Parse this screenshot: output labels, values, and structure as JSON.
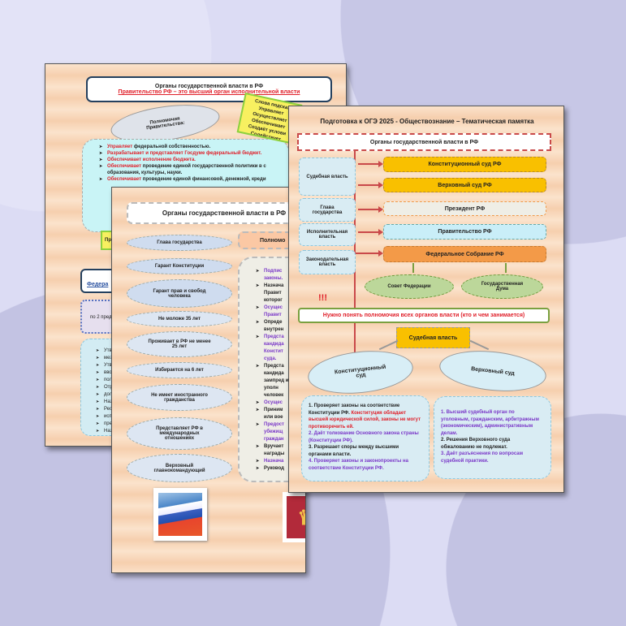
{
  "page_back": {
    "title": "Органы государственной власти в РФ",
    "subtitle": "Правительство РФ – это высший орган исполнительной власти",
    "cloud": "Полномочия Правительства:",
    "hint_note": [
      "Слова подсказ",
      "Управляет",
      "Осуществляет",
      "Обеспечивает",
      "Создаёт услови",
      "Содействует"
    ],
    "powers": [
      {
        "verb": "Управляет",
        "rest": " федеральной собственностью."
      },
      {
        "verb": "Разрабатывает и представляет Госдуме федеральный бюджет.",
        "rest": ""
      },
      {
        "verb": "Обеспечивает исполнение бюджета.",
        "rest": ""
      },
      {
        "verb": "Обеспечивает",
        "rest": " проведение единой государственной политики в с образования, культуры, науки."
      },
      {
        "verb": "Обеспечивает",
        "rest": " проведение единой финансовой, денежной, креди"
      }
    ],
    "small_label": "Пр",
    "federal_box": "Федера",
    "dotted_box": "по 2 пред",
    "list_fragments": [
      "Утв",
      "мез",
      "Утв",
      "вво",
      "пол",
      "Отр",
      "дол",
      "Наз",
      "Рес",
      "исп",
      "пре",
      "Наз"
    ]
  },
  "page_middle": {
    "title": "Органы государственной власти в РФ",
    "president_traits": [
      "Глава государства",
      "Гарант Конституции",
      "Гарант прав и свобод человека",
      "Не моложе 35 лет",
      "Проживает в РФ не менее 25 лет",
      "Избирается на 6 лет",
      "Не имеет иностранного гражданства",
      "Представляет РФ в международных отношениях",
      "Верховный главнокомандующий"
    ],
    "powers_header": "Полномо",
    "powers_fragments": [
      {
        "text": "Подпис законы.",
        "color": "pur"
      },
      {
        "text": "Назнача Правит которог",
        "color": "blk"
      },
      {
        "text": "Осущес Правит",
        "color": "pur"
      },
      {
        "text": "Опреде внутрен",
        "color": "blk"
      },
      {
        "text": "Предста кандида Констит суда.",
        "color": "pur"
      },
      {
        "text": "Предста кандида зампред и уполн человек",
        "color": "blk"
      },
      {
        "text": "Осущес",
        "color": "pur"
      },
      {
        "text": "Приним или вое",
        "color": "blk"
      },
      {
        "text": "Предост убежищ граждан",
        "color": "pur"
      },
      {
        "text": "Вручает награды",
        "color": "blk"
      },
      {
        "text": "Назнача",
        "color": "pur"
      },
      {
        "text": "Руковод",
        "color": "blk"
      }
    ]
  },
  "page_front": {
    "header": "Подготовка к ОГЭ 2025 - Обществознание – Тематическая памятка",
    "title": "Органы государственной власти в РФ",
    "branches": [
      "Судебная власть",
      "Глава государства",
      "Исполнительная власть",
      "Законодательная власть"
    ],
    "organs": [
      "Конституционный суд РФ",
      "Верховный суд РФ",
      "Президент РФ",
      "Правительство РФ",
      "Федеральное Собрание РФ"
    ],
    "chambers": [
      "Совет Федерации",
      "Государственная Дума"
    ],
    "exclaim": "!!!",
    "note": "Нужно понять полномочия всех органов власти (кто и чем занимается)",
    "judicial": "Судебная власть",
    "court_clouds": [
      "Конституционный суд",
      "Верховный суд"
    ],
    "const_court": [
      {
        "text": "1. Проверяет законы на соответствие Конституции РФ. ",
        "color": "blk"
      },
      {
        "text": "Конституция обладает высшей юридической силой, законы не могут противоречить ей.",
        "color": "red"
      },
      {
        "text": "2. Даёт толкование Основного закона страны (Конституции РФ).",
        "color": "pur"
      },
      {
        "text": "3. Разрешает споры между высшими органами власти.",
        "color": "blk"
      },
      {
        "text": "4. Проверяет законы и законопроекты на соответствие Конституции РФ.",
        "color": "pur"
      }
    ],
    "supreme_court": [
      {
        "text": "1. Высший судебный орган по уголовным, гражданским, арбитражным (экономическим), административным делам.",
        "color": "pur"
      },
      {
        "text": "2. Решения Верховного суда обжалованию не подлежат.",
        "color": "blk"
      },
      {
        "text": "3. Даёт разъяснения по вопросам судебной практики.",
        "color": "pur"
      }
    ]
  },
  "colors": {
    "background": "#dcdcf4",
    "yellow": "#f9c000",
    "orange": "#f39a48",
    "red": "#e0202a",
    "purple": "#7a38c8"
  }
}
